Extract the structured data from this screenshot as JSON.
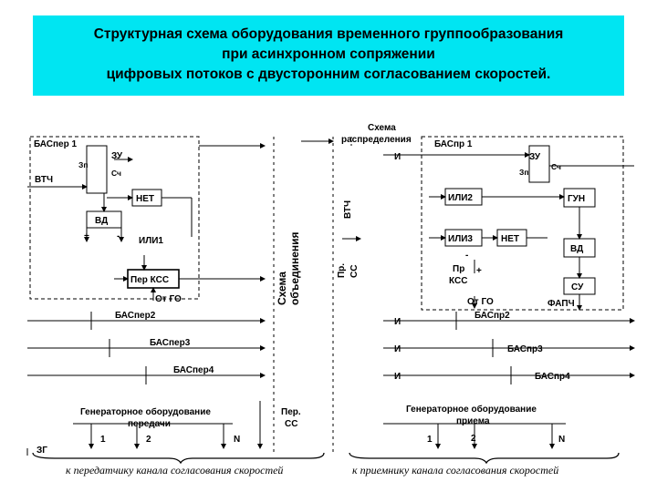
{
  "title": {
    "line1": "Структурная схема оборудования временного группообразования",
    "line2": "при асинхронном сопряжении",
    "line3": "цифровых потоков с двусторонним согласованием скоростей."
  },
  "diagram": {
    "tx": {
      "bas1": "БАСпер 1",
      "zu": "ЗУ",
      "zp": "Зп",
      "sch": "Сч",
      "vtch": "ВТЧ",
      "net": "НЕТ",
      "vd": "ВД",
      "plus": "+",
      "minus": "-",
      "ili1": "ИЛИ1",
      "per_kss": "Пер КСС",
      "ot_go": "От ГО",
      "bas2": "БАСпер2",
      "bas3": "БАСпер3",
      "bas4": "БАСпер4",
      "gen_line1": "Генераторное оборудование",
      "gen_line2": "передачи",
      "zg": "ЗГ",
      "n1": "1",
      "n2": "2",
      "nN": "N",
      "footer": "к передатчику канала согласования скоростей"
    },
    "mid": {
      "merge_line1": "Схема",
      "merge_line2": "объединения",
      "dist_line1": "Схема",
      "dist_line2": "распределения",
      "vtch": "ВТЧ",
      "pr_ss_1": "Пр.",
      "pr_ss_2": "СС",
      "per_ss_1": "Пер.",
      "per_ss_2": "СС"
    },
    "rx": {
      "bas1": "БАСпр 1",
      "i": "И",
      "zu": "ЗУ",
      "zp": "Зп",
      "sch": "Сч",
      "ili2": "ИЛИ2",
      "gun": "ГУН",
      "ili3": "ИЛИ3",
      "net": "НЕТ",
      "vd": "ВД",
      "pr_kss_1": "Пр",
      "pr_kss_2": "КСС",
      "plus": "+",
      "minus": "-",
      "su": "СУ",
      "ot_go": "От ГО",
      "fapch": "ФАПЧ",
      "bas2": "БАСпр2",
      "bas3": "БАСпр3",
      "bas4": "БАСпр4",
      "gen_line1": "Генераторное оборудование",
      "gen_line2": "приема",
      "n1": "1",
      "n2": "2",
      "nN": "N",
      "footer": "к приемнику канала согласования скоростей"
    }
  }
}
